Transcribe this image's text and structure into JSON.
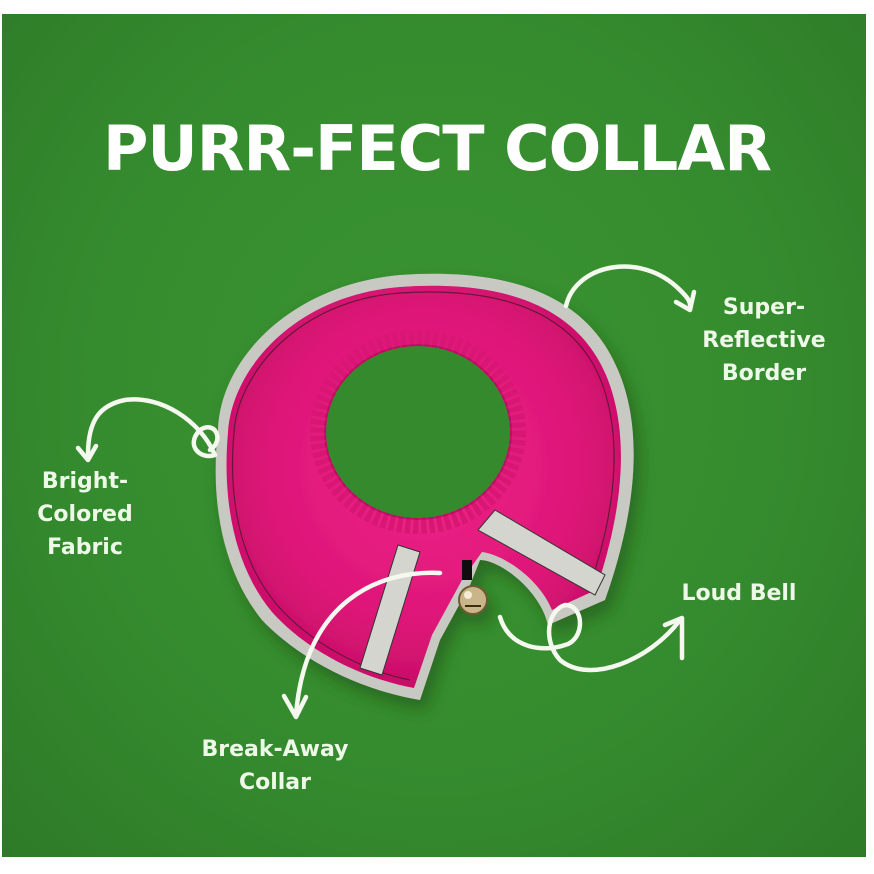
{
  "title": "PURR-FECT COLLAR",
  "colors": {
    "background_green": "#358c2e",
    "fabric_pink": "#e0197a",
    "reflective_border": "#c9c9c3",
    "text": "#ffffff"
  },
  "callouts": [
    {
      "id": "reflective",
      "lines": [
        "Super-",
        "Reflective",
        "Border"
      ]
    },
    {
      "id": "fabric",
      "lines": [
        "Bright-",
        "Colored",
        "Fabric"
      ]
    },
    {
      "id": "bell",
      "lines": [
        "Loud Bell"
      ]
    },
    {
      "id": "breakaway",
      "lines": [
        "Break-Away",
        "Collar"
      ]
    }
  ]
}
